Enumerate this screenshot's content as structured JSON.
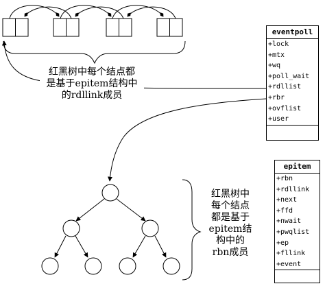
{
  "eventpoll": {
    "title": "eventpoll",
    "fields": [
      "+lock",
      "+mtx",
      "+wq",
      "+poll_wait",
      "+rdllist",
      "+rbr",
      "+ovflist",
      "+user"
    ]
  },
  "epitem": {
    "title": "epitem",
    "fields": [
      "+rbn",
      "+rdllink",
      "+next",
      "+ffd",
      "+nwait",
      "+pwqlist",
      "+ep",
      "+fllink",
      "+event"
    ]
  },
  "notes": {
    "list_note": [
      "红黑树中每个结点都",
      "是基于epitem结构中",
      "的rdllink成员"
    ],
    "tree_note": [
      "红黑树中",
      "每个结点",
      "都是基于",
      "epitem结",
      "构中的",
      "rbn成员"
    ]
  },
  "colors": {
    "line": "#000000",
    "background": "#ffffff"
  }
}
